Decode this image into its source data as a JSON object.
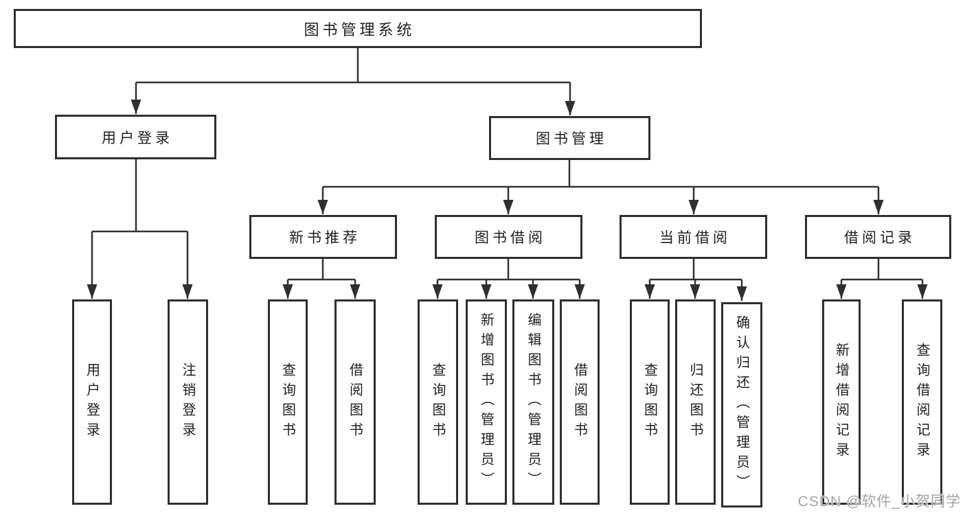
{
  "diagram": {
    "root": {
      "label": "图书管理系统"
    },
    "level2": [
      {
        "label": "用户登录"
      },
      {
        "label": "图书管理"
      }
    ],
    "level3": [
      {
        "label": "新书推荐"
      },
      {
        "label": "图书借阅"
      },
      {
        "label": "当前借阅"
      },
      {
        "label": "借阅记录"
      }
    ],
    "leaves": [
      {
        "parent": "用户登录",
        "label": "用户登录"
      },
      {
        "parent": "用户登录",
        "label": "注销登录"
      },
      {
        "parent": "新书推荐",
        "label": "查询图书"
      },
      {
        "parent": "新书推荐",
        "label": "借阅图书"
      },
      {
        "parent": "图书借阅",
        "label": "查询图书"
      },
      {
        "parent": "图书借阅",
        "label": "新增图书（管理员）"
      },
      {
        "parent": "图书借阅",
        "label": "编辑图书（管理员）"
      },
      {
        "parent": "图书借阅",
        "label": "借阅图书"
      },
      {
        "parent": "当前借阅",
        "label": "查询图书"
      },
      {
        "parent": "当前借阅",
        "label": "归还图书"
      },
      {
        "parent": "当前借阅",
        "label": "确认归还（管理员）"
      },
      {
        "parent": "借阅记录",
        "label": "新增借阅记录"
      },
      {
        "parent": "借阅记录",
        "label": "查询借阅记录"
      }
    ],
    "colors": {
      "line": "#333333",
      "box_border": "#2f2f2f",
      "text": "#1f1f1f",
      "background": "#ffffff",
      "watermark": "#a3a3a3"
    }
  },
  "watermark": {
    "text": "CSDN @软件_小贺同学"
  }
}
